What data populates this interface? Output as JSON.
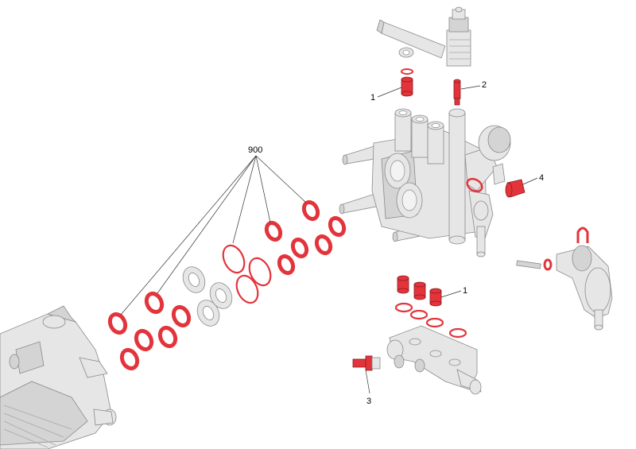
{
  "callouts": {
    "c1_top": "1",
    "c2": "2",
    "c4": "4",
    "c900": "900",
    "c1_bottom": "1",
    "c3": "3"
  },
  "colors": {
    "highlight": "#e3343c",
    "housing": "#e6e6e6",
    "outline": "#8a8a8a"
  }
}
